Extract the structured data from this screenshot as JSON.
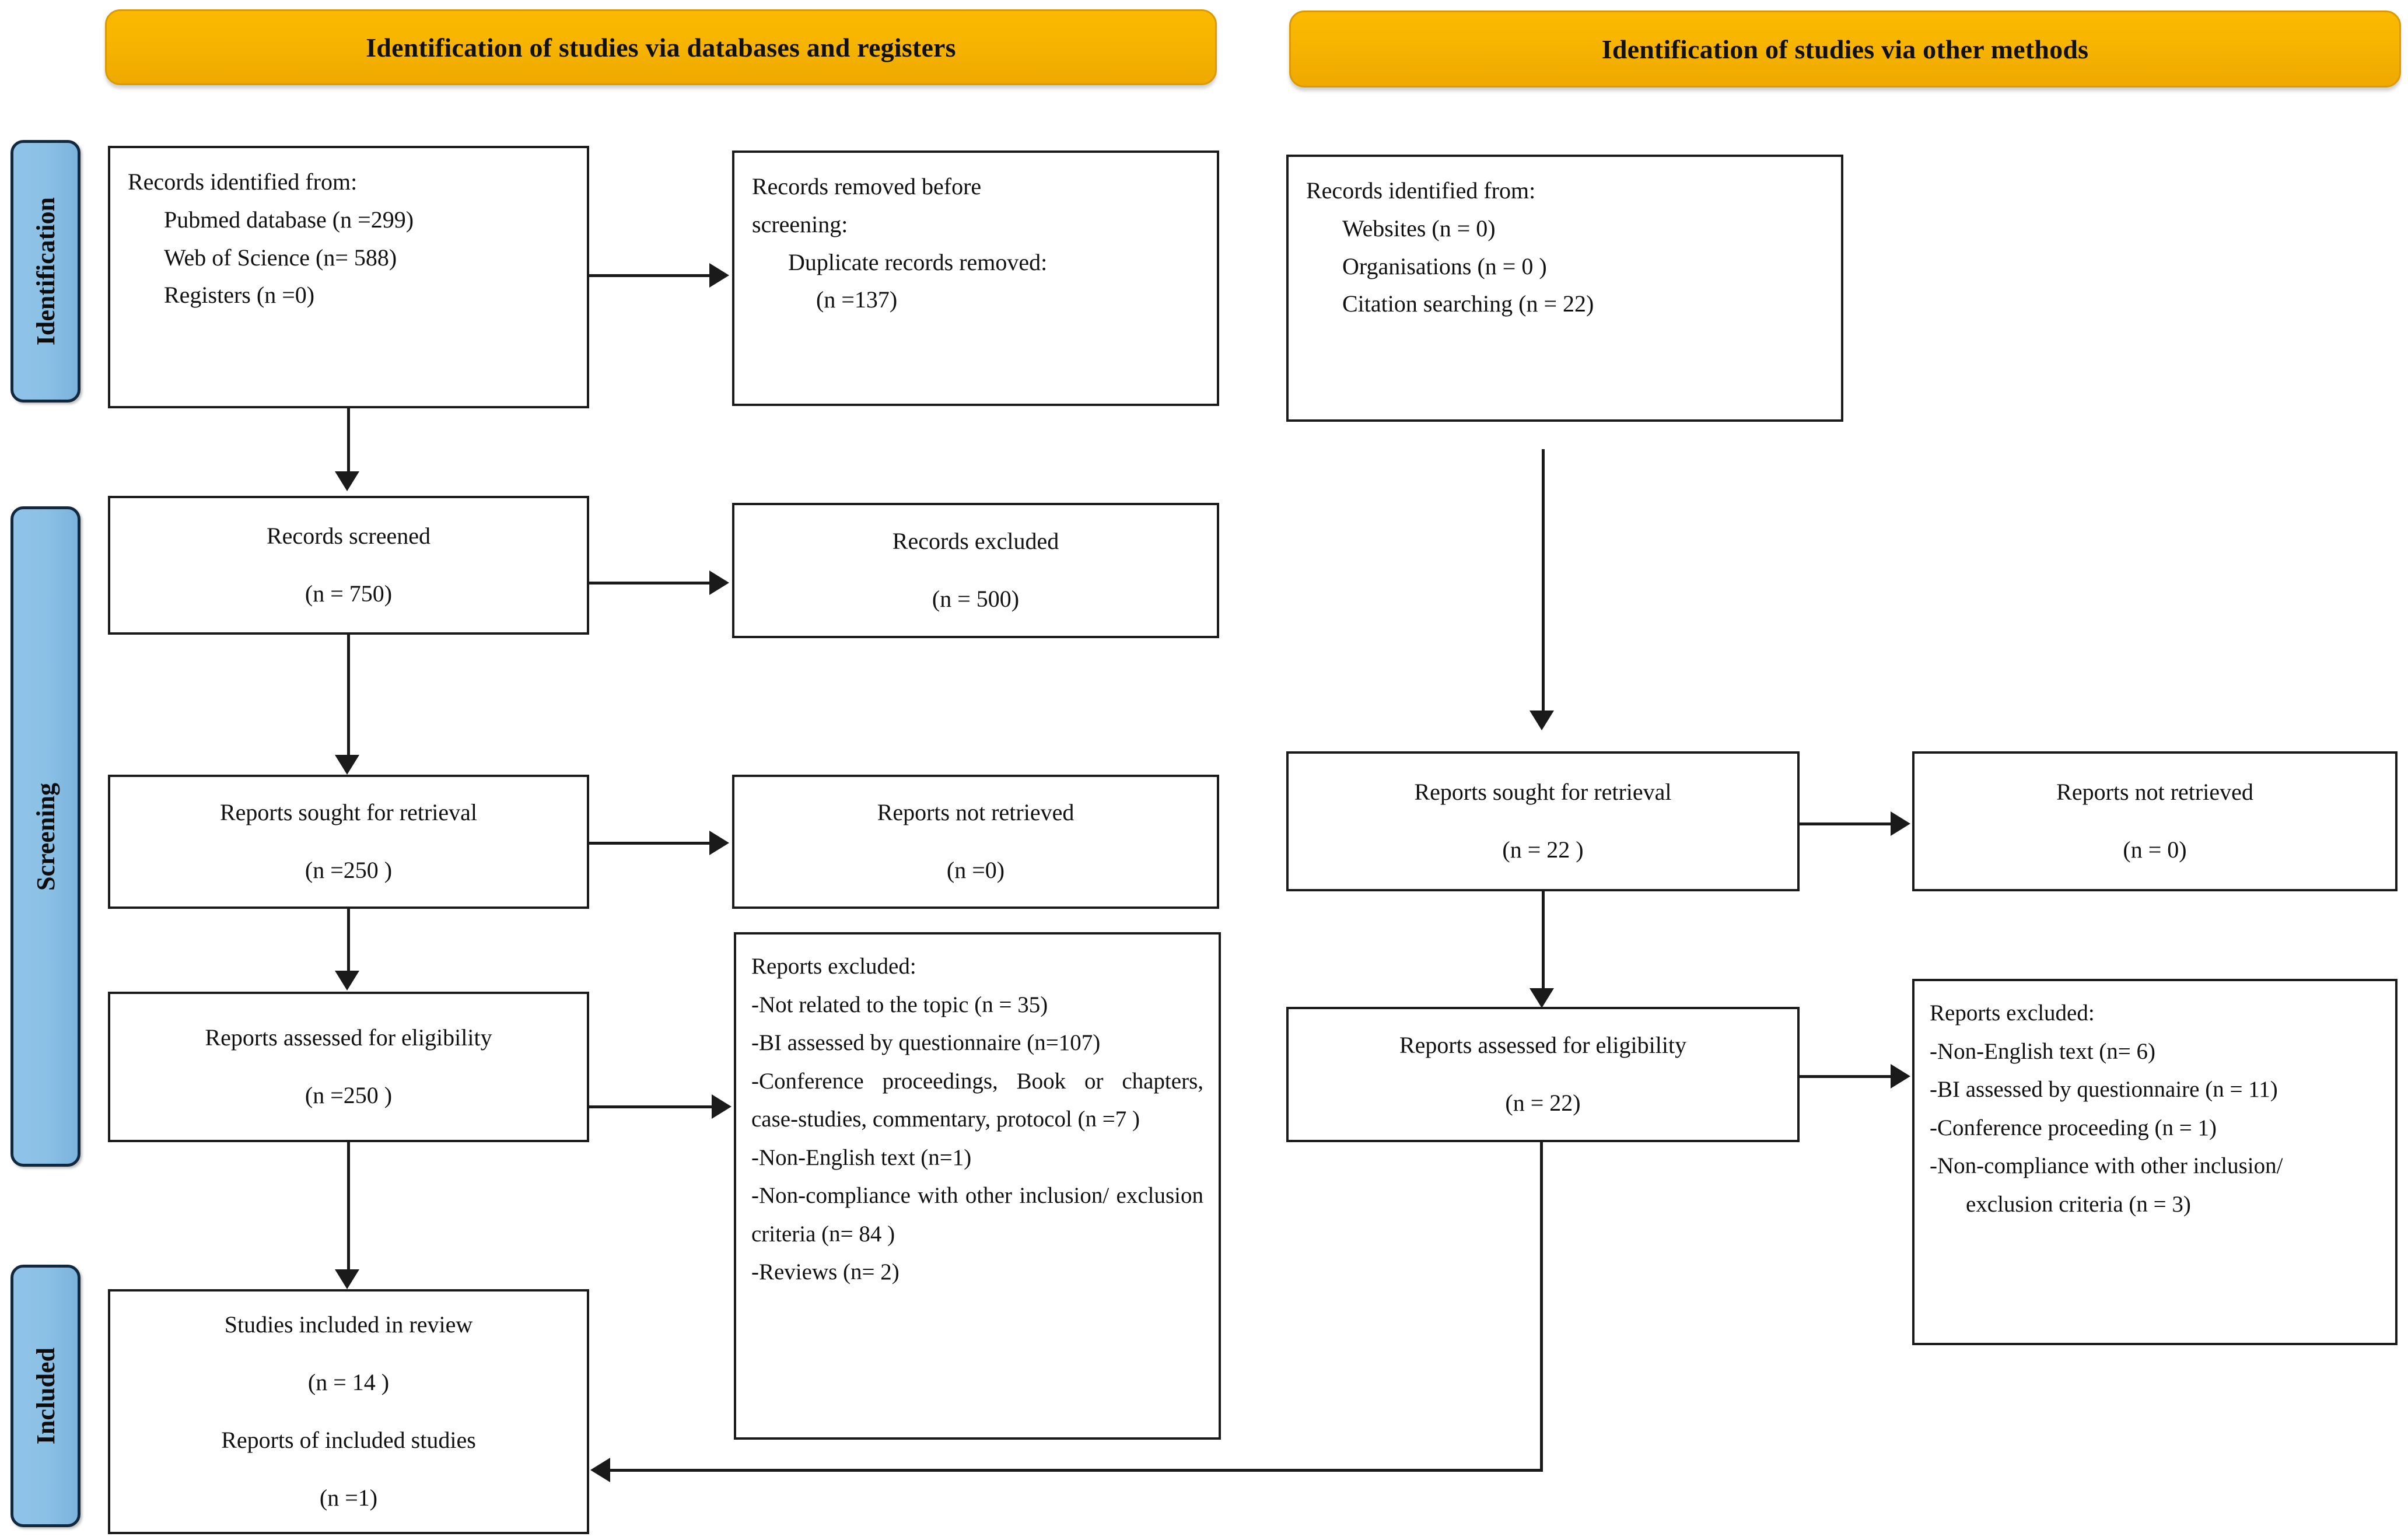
{
  "diagram": {
    "type": "PRISMA 2020 flow diagram",
    "headers": [
      {
        "id": "databases",
        "label": "Identification of studies via databases and registers"
      },
      {
        "id": "other",
        "label": "Identification of studies via other methods"
      }
    ],
    "stages": [
      {
        "id": "identification",
        "label": "Identification"
      },
      {
        "id": "screening",
        "label": "Screening"
      },
      {
        "id": "included",
        "label": "Included"
      }
    ],
    "nodes": {
      "records_identified": {
        "title": "Records identified from:",
        "items": [
          "Pubmed database (n =299)",
          "Web of Science (n= 588)",
          "Registers (n =0)"
        ]
      },
      "records_removed": {
        "line1": "Records removed before",
        "line2": "screening:",
        "line3": "Duplicate records removed:",
        "line4": "(n =137)"
      },
      "records_screened": {
        "title": "Records screened",
        "count": "(n = 750)"
      },
      "records_excluded": {
        "title": "Records excluded",
        "count": "(n = 500)"
      },
      "reports_sought": {
        "title": "Reports sought for retrieval",
        "count": "(n =250 )"
      },
      "reports_not_retrieved": {
        "title": "Reports not retrieved",
        "count": "(n =0)"
      },
      "reports_assessed": {
        "title": "Reports assessed for eligibility",
        "count": "(n =250 )"
      },
      "reports_excluded_left": {
        "title": "Reports excluded:",
        "items": [
          "-Not related to the topic (n = 35)",
          "-BI assessed by questionnaire (n=107)",
          "-Conference proceedings, Book or chapters, case-studies, commentary, protocol (n =7 )",
          "-Non-English text (n=1)",
          "-Non-compliance with other inclusion/ exclusion criteria (n= 84 )",
          "-Reviews (n= 2)"
        ]
      },
      "studies_included": {
        "line1": "Studies included in review",
        "line2": "(n = 14 )",
        "line3": "Reports of included studies",
        "line4": "(n =1)"
      },
      "records_identified_other": {
        "title": "Records identified from:",
        "items": [
          "Websites (n = 0)",
          "Organisations (n = 0 )",
          "Citation searching (n = 22)"
        ]
      },
      "reports_sought_other": {
        "title": "Reports sought for retrieval",
        "count": "(n = 22 )"
      },
      "reports_not_retrieved_other": {
        "title": "Reports not retrieved",
        "count": "(n = 0)"
      },
      "reports_assessed_other": {
        "title": "Reports assessed for eligibility",
        "count": "(n = 22)"
      },
      "reports_excluded_right": {
        "title": "Reports excluded:",
        "items": [
          "-Non-English text (n= 6)",
          "-BI assessed by questionnaire (n = 11)",
          "-Conference proceeding (n = 1)",
          "-Non-compliance with other inclusion/",
          "exclusion criteria (n = 3)"
        ]
      }
    },
    "colors": {
      "header_orange": "#f7b500",
      "stage_blue": "#8cc1e6",
      "stage_border": "#12283c",
      "box_border": "#1a1a1a",
      "text": "#111111",
      "background": "#ffffff"
    }
  }
}
